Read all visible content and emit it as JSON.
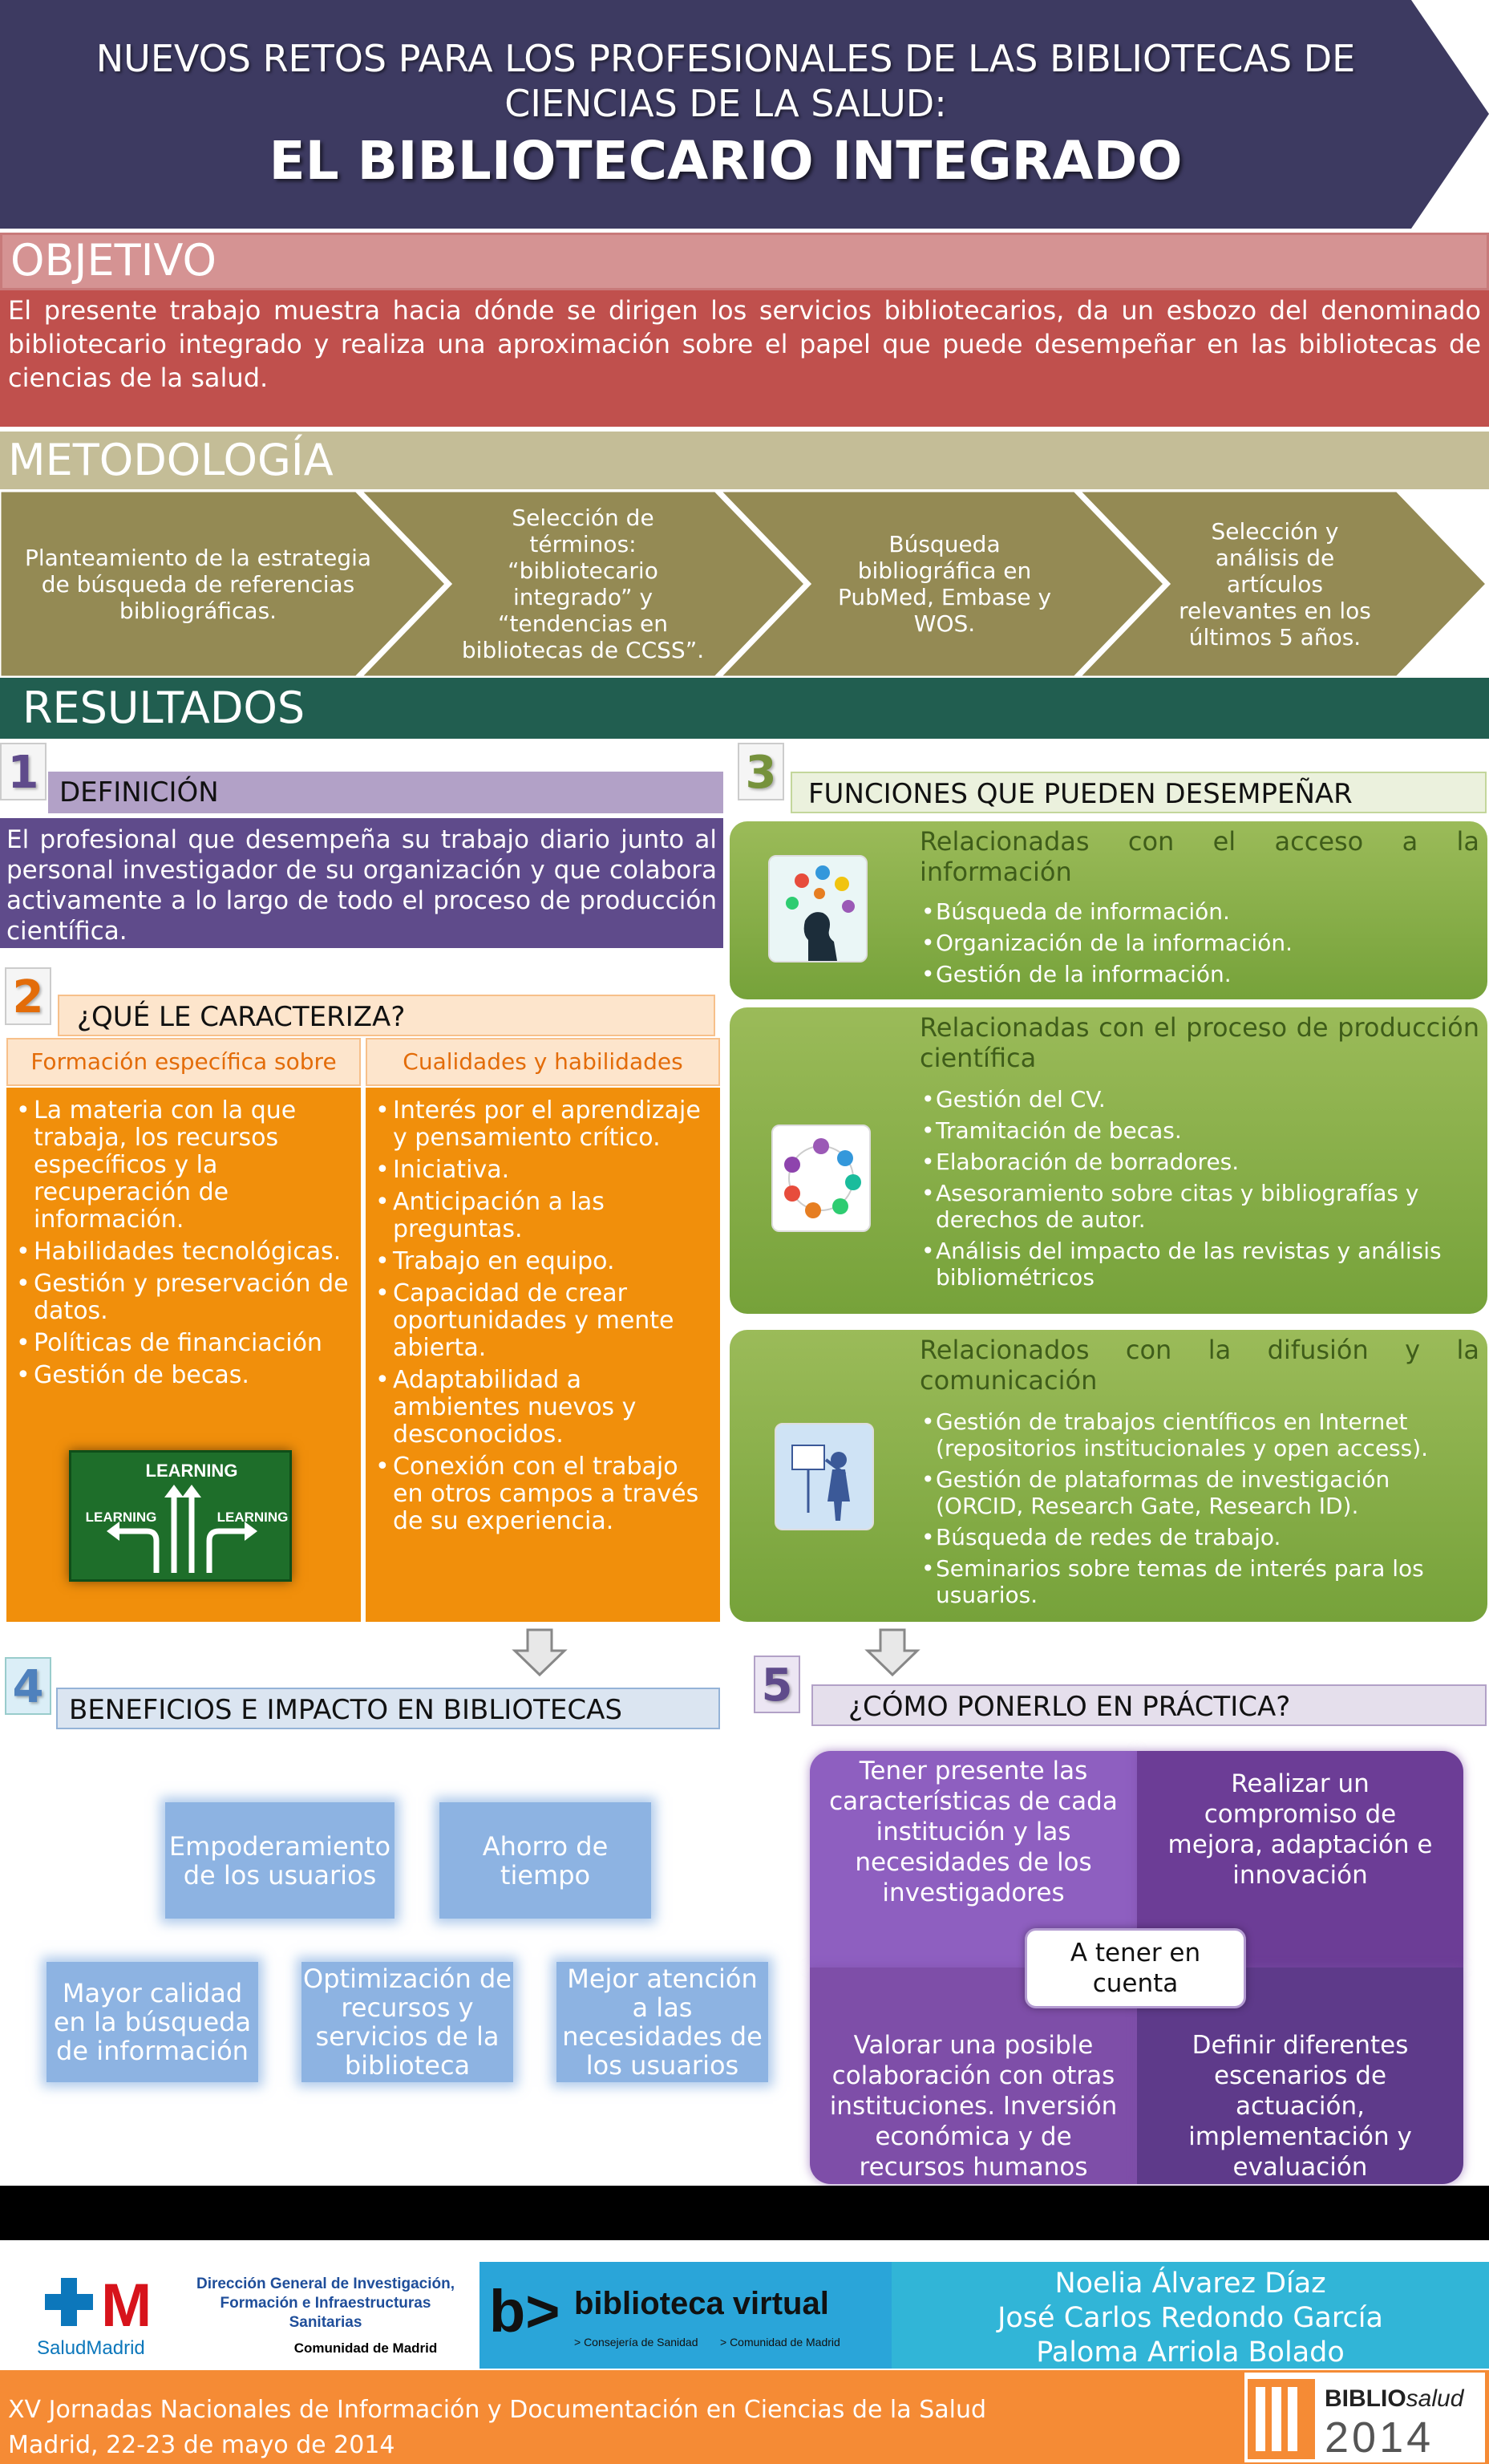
{
  "header": {
    "title_line1": "NUEVOS RETOS PARA LOS PROFESIONALES DE LAS BIBLIOTECAS DE CIENCIAS DE LA SALUD:",
    "title_line2": "EL BIBLIOTECARIO INTEGRADO"
  },
  "objetivo": {
    "heading": "OBJETIVO",
    "text": "El presente trabajo muestra hacia dónde se dirigen los servicios bibliotecarios, da un esbozo del denominado bibliotecario integrado y realiza una aproximación sobre el papel que puede desempeñar en las bibliotecas de ciencias de la salud."
  },
  "metodologia": {
    "heading": "METODOLOGÍA",
    "steps": [
      "Planteamiento de la estrategia de búsqueda de referencias bibliográficas.",
      "Selección de términos: “bibliotecario integrado” y “tendencias en bibliotecas de CCSS”.",
      "Búsqueda bibliográfica en PubMed, Embase y WOS.",
      "Selección y análisis de artículos relevantes en los últimos 5 años."
    ]
  },
  "resultados": {
    "heading": "RESULTADOS",
    "definicion": {
      "number": "1",
      "heading": "DEFINICIÓN",
      "text": "El profesional que desempeña su trabajo diario junto al personal investigador de su organización y que colabora activamente a lo largo de todo el proceso de producción científica."
    },
    "caracteriza": {
      "number": "2",
      "heading": "¿QUÉ LE CARACTERIZA?",
      "col1_heading": "Formación específica sobre",
      "col1_items": [
        "La materia con la que trabaja, los recursos específicos y la recuperación de información.",
        "Habilidades tecnológicas.",
        "Gestión y preservación de datos.",
        "Políticas de financiación",
        "Gestión de becas."
      ],
      "col2_heading": "Cualidades y habilidades",
      "col2_items": [
        "Interés por el aprendizaje y pensamiento crítico.",
        "Iniciativa.",
        "Anticipación a las preguntas.",
        "Trabajo en equipo.",
        "Capacidad de crear oportunidades y mente abierta.",
        "Adaptabilidad a ambientes nuevos y desconocidos.",
        "Conexión con el trabajo en otros campos a través de su experiencia."
      ],
      "sign_top": "LEARNING",
      "sign_left": "LEARNING",
      "sign_right": "LEARNING"
    },
    "funciones": {
      "number": "3",
      "heading": "FUNCIONES QUE PUEDEN DESEMPEÑAR",
      "groups": [
        {
          "title": "Relacionadas con el acceso a la información",
          "items": [
            "Búsqueda de información.",
            "Organización de la información.",
            "Gestión de la información."
          ]
        },
        {
          "title": "Relacionadas con el proceso de producción científica",
          "items": [
            "Gestión del CV.",
            "Tramitación de becas.",
            "Elaboración de borradores.",
            "Asesoramiento sobre citas y bibliografías y derechos de autor.",
            "Análisis del impacto de las revistas y análisis bibliométricos"
          ]
        },
        {
          "title": "Relacionados con la difusión y la comunicación",
          "items": [
            "Gestión de trabajos científicos en Internet (repositorios institucionales y open access).",
            "Gestión de plataformas de investigación (ORCID, Research Gate, Research ID).",
            "Búsqueda de redes de trabajo.",
            "Seminarios sobre temas de interés para los usuarios."
          ]
        }
      ]
    },
    "beneficios": {
      "number": "4",
      "heading": "BENEFICIOS E IMPACTO EN BIBLIOTECAS",
      "items": [
        "Empoderamiento de los usuarios",
        "Ahorro de tiempo",
        "Mayor calidad en la búsqueda de información",
        "Optimización de recursos y servicios de la biblioteca",
        "Mejor atención a las necesidades de los usuarios"
      ]
    },
    "practica": {
      "number": "5",
      "heading": "¿CÓMO PONERLO EN PRÁCTICA?",
      "center": "A tener en cuenta",
      "quadrants": [
        "Tener presente las características de cada institución y las necesidades de los investigadores",
        "Realizar un compromiso de mejora, adaptación e innovación",
        "Valorar una posible colaboración con otras instituciones. Inversión económica y de recursos humanos",
        "Definir diferentes escenarios de actuación, implementación y evaluación"
      ]
    }
  },
  "footer": {
    "madrid_logo_text": "SaludMadrid",
    "dg_line1": "Dirección General de Investigación,",
    "dg_line2": "Formación e Infraestructuras",
    "dg_line3": "Sanitarias",
    "comunidad": "Comunidad de Madrid",
    "bv_name": "biblioteca virtual",
    "bv_sub1": "> Consejería de Sanidad",
    "bv_sub2": "> Comunidad de Madrid",
    "authors": [
      "Noelia Álvarez Díaz",
      "José Carlos Redondo García",
      "Paloma Arriola Bolado"
    ],
    "event_line1": "XV Jornadas Nacionales de Información y Documentación en Ciencias de la Salud",
    "event_line2": "Madrid, 22-23 de mayo de 2014",
    "biblio_logo_text1": "BIBLIO",
    "biblio_logo_text2": "salud",
    "biblio_logo_year": "2014"
  },
  "colors": {
    "header": "#3d3a61",
    "objetivo": "#c0504d",
    "metodologia": "#948a54",
    "resultados": "#215e50",
    "definicion": "#5f4b8b",
    "caracteriza": "#f18f0b",
    "funciones": "#9bbb59",
    "beneficios": "#8db3e2",
    "practica": "#7e4ea8",
    "footer": "#f58b35"
  }
}
